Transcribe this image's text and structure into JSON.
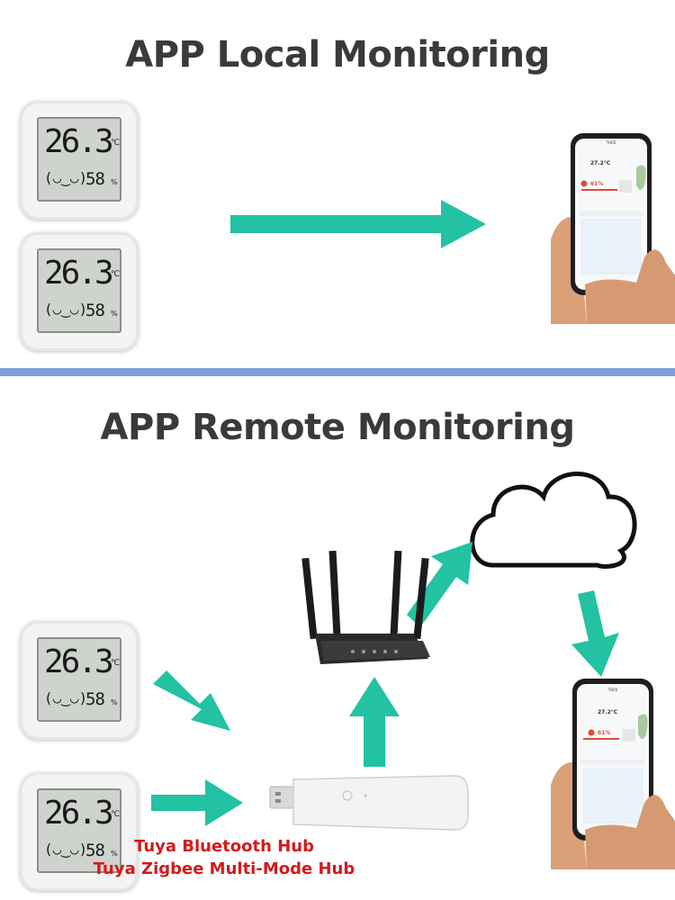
{
  "sections": {
    "local_title": "APP Local  Monitoring",
    "remote_title": "APP Remote Monitoring"
  },
  "sensor": {
    "temperature": "26.3",
    "temp_unit": "℃",
    "face": "(◡‿◡)",
    "humidity": "58",
    "humidity_unit": "%"
  },
  "phone": {
    "header": "TH05",
    "temperature": "27.2°C",
    "humidity": "61%"
  },
  "hub": {
    "line1": "Tuya Bluetooth Hub",
    "line2": "Tuya Zigbee Multi-Mode Hub"
  },
  "colors": {
    "arrow": "#22c2a2",
    "divider": "#7ea0da",
    "hub_text": "#d21a1a",
    "title": "#3a3a3a"
  }
}
